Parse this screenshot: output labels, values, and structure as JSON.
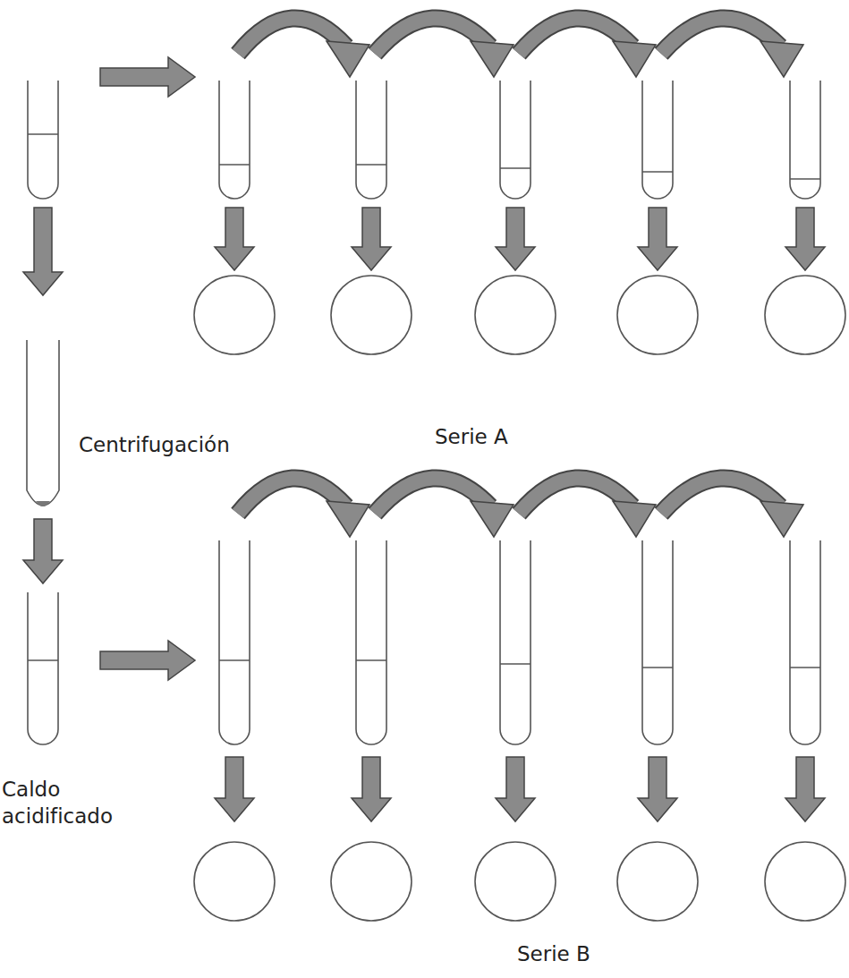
{
  "diagram": {
    "labels": [
      "Centrifugación",
      "Serie A",
      "Caldo acidificado",
      "Serie B"
    ]
  }
}
